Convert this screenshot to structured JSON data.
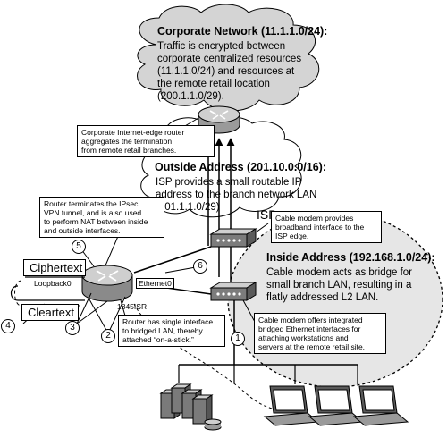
{
  "corporate": {
    "title": "Corporate Network (11.1.1.0/24):",
    "lines": [
      "Traffic is encrypted between",
      "corporate centralized resources",
      "(11.1.1.0/24) and resources at",
      "the remote retail location",
      "(200.1.1.0/29)."
    ]
  },
  "outside": {
    "title": "Outside Address (201.10.0.0/16):",
    "lines": [
      "ISP provides a small routable IP",
      "address to the branch network LAN",
      "(201.1.1.0/29)"
    ]
  },
  "inside": {
    "title": "Inside Address (192.168.1.0/24):",
    "lines": [
      "Cable modem acts as bridge for",
      "small branch LAN, resulting in a",
      "flatly addressed L2 LAN."
    ]
  },
  "isp_label": "ISP",
  "notes": {
    "corp_edge": [
      "Corporate Internet-edge router",
      "aggregates the termination",
      "from remote retail branches."
    ],
    "router_term": [
      "Router terminates the IPsec",
      "VPN tunnel, and is also used",
      "to perform NAT between inside",
      "and outside interfaces."
    ],
    "cable_modem_bb": [
      "Cable modem provides",
      "broadband interface to the",
      "ISP edge."
    ],
    "cable_modem_int": [
      "Cable modem offers integrated",
      "bridged Ethernet interfaces for",
      "attaching workstations and",
      "servers at the remote retail site."
    ],
    "router_single": [
      "Router has single interface",
      "to bridged LAN, thereby",
      "attached “on-a-stick.”"
    ]
  },
  "labels": {
    "ciphertext": "Ciphertext",
    "cleartext": "Cleartext",
    "loopback": "Loopback0",
    "ethernet": "Ethernet0",
    "router_model": "1845ISR"
  },
  "callouts": [
    "1",
    "2",
    "3",
    "4",
    "5",
    "6"
  ]
}
